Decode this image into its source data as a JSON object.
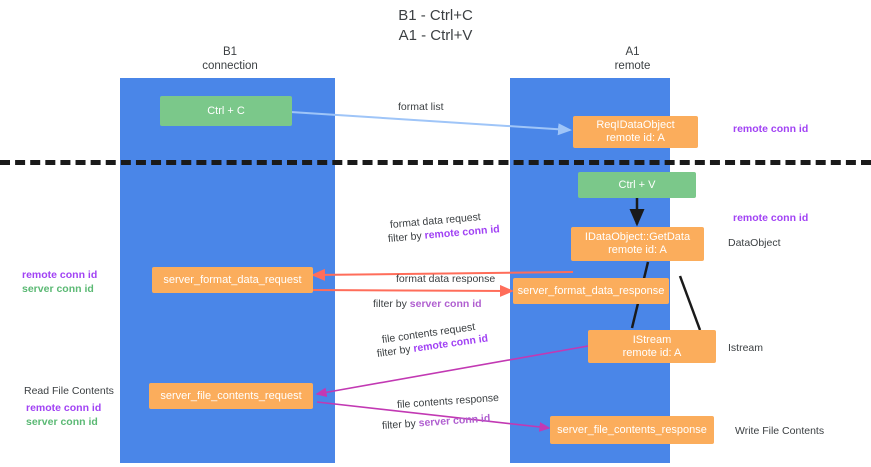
{
  "diagram": {
    "title": "B1 - Ctrl+C\nA1 - Ctrl+V",
    "columns": [
      {
        "id": "b1",
        "label": "B1\nconnection"
      },
      {
        "id": "a1",
        "label": "A1\nremote"
      }
    ],
    "nodes": [
      {
        "id": "ctrl-c",
        "label": "Ctrl + C",
        "color": "#7bc88a"
      },
      {
        "id": "req-idataobject",
        "label": "ReqIDataObject\nremote id: A",
        "color": "#fbad5c"
      },
      {
        "id": "ctrl-v",
        "label": "Ctrl + V",
        "color": "#7bc88a"
      },
      {
        "id": "getdata",
        "label": "IDataObject::GetData\nremote id: A",
        "color": "#fbad5c"
      },
      {
        "id": "server-format-data-request",
        "label": "server_format_data_request",
        "color": "#fbad5c"
      },
      {
        "id": "server-format-data-response",
        "label": "server_format_data_response",
        "color": "#fbad5c"
      },
      {
        "id": "istream",
        "label": "IStream\nremote id: A",
        "color": "#fbad5c"
      },
      {
        "id": "server-file-contents-request",
        "label": "server_file_contents_request",
        "color": "#fbad5c"
      },
      {
        "id": "server-file-contents-response",
        "label": "server_file_contents_response",
        "color": "#fbad5c"
      }
    ],
    "edge_labels": {
      "format_list": "format list",
      "format_data_request": "format data request",
      "format_data_request_filter_prefix": "filter by ",
      "format_data_request_filter_key": "remote conn id",
      "format_data_response": "format data response",
      "format_data_response_filter_prefix": "filter by ",
      "format_data_response_filter_key": "server conn id",
      "file_contents_request": "file contents request",
      "file_contents_request_filter_prefix": "filter by ",
      "file_contents_request_filter_key": "remote conn id",
      "file_contents_response": "file contents response",
      "file_contents_response_filter_prefix": "filter by ",
      "file_contents_response_filter_key": "server conn id"
    },
    "side_labels": {
      "right_remote_conn_id_top": "remote conn id",
      "right_remote_conn_id_mid": "remote conn id",
      "right_dataobject": "DataObject",
      "right_istream": "Istream",
      "right_write_file_contents": "Write File Contents",
      "left_remote_conn_id": "remote conn id",
      "left_server_conn_id": "server conn id",
      "left_read_file_contents": "Read File Contents",
      "left_remote_conn_id_2": "remote conn id",
      "left_server_conn_id_2": "server conn id"
    },
    "colors": {
      "lane": "#4a86e8",
      "node_green": "#7bc88a",
      "node_orange": "#fbad5c",
      "accent_purple": "#a142f4",
      "accent_green": "#5bb974",
      "arrow_blue": "#9fc5f8",
      "arrow_red": "#ff6d5a",
      "arrow_magenta": "#c239b3",
      "arrow_black": "#1a1a1a",
      "divider": "#1a1a1a"
    }
  }
}
